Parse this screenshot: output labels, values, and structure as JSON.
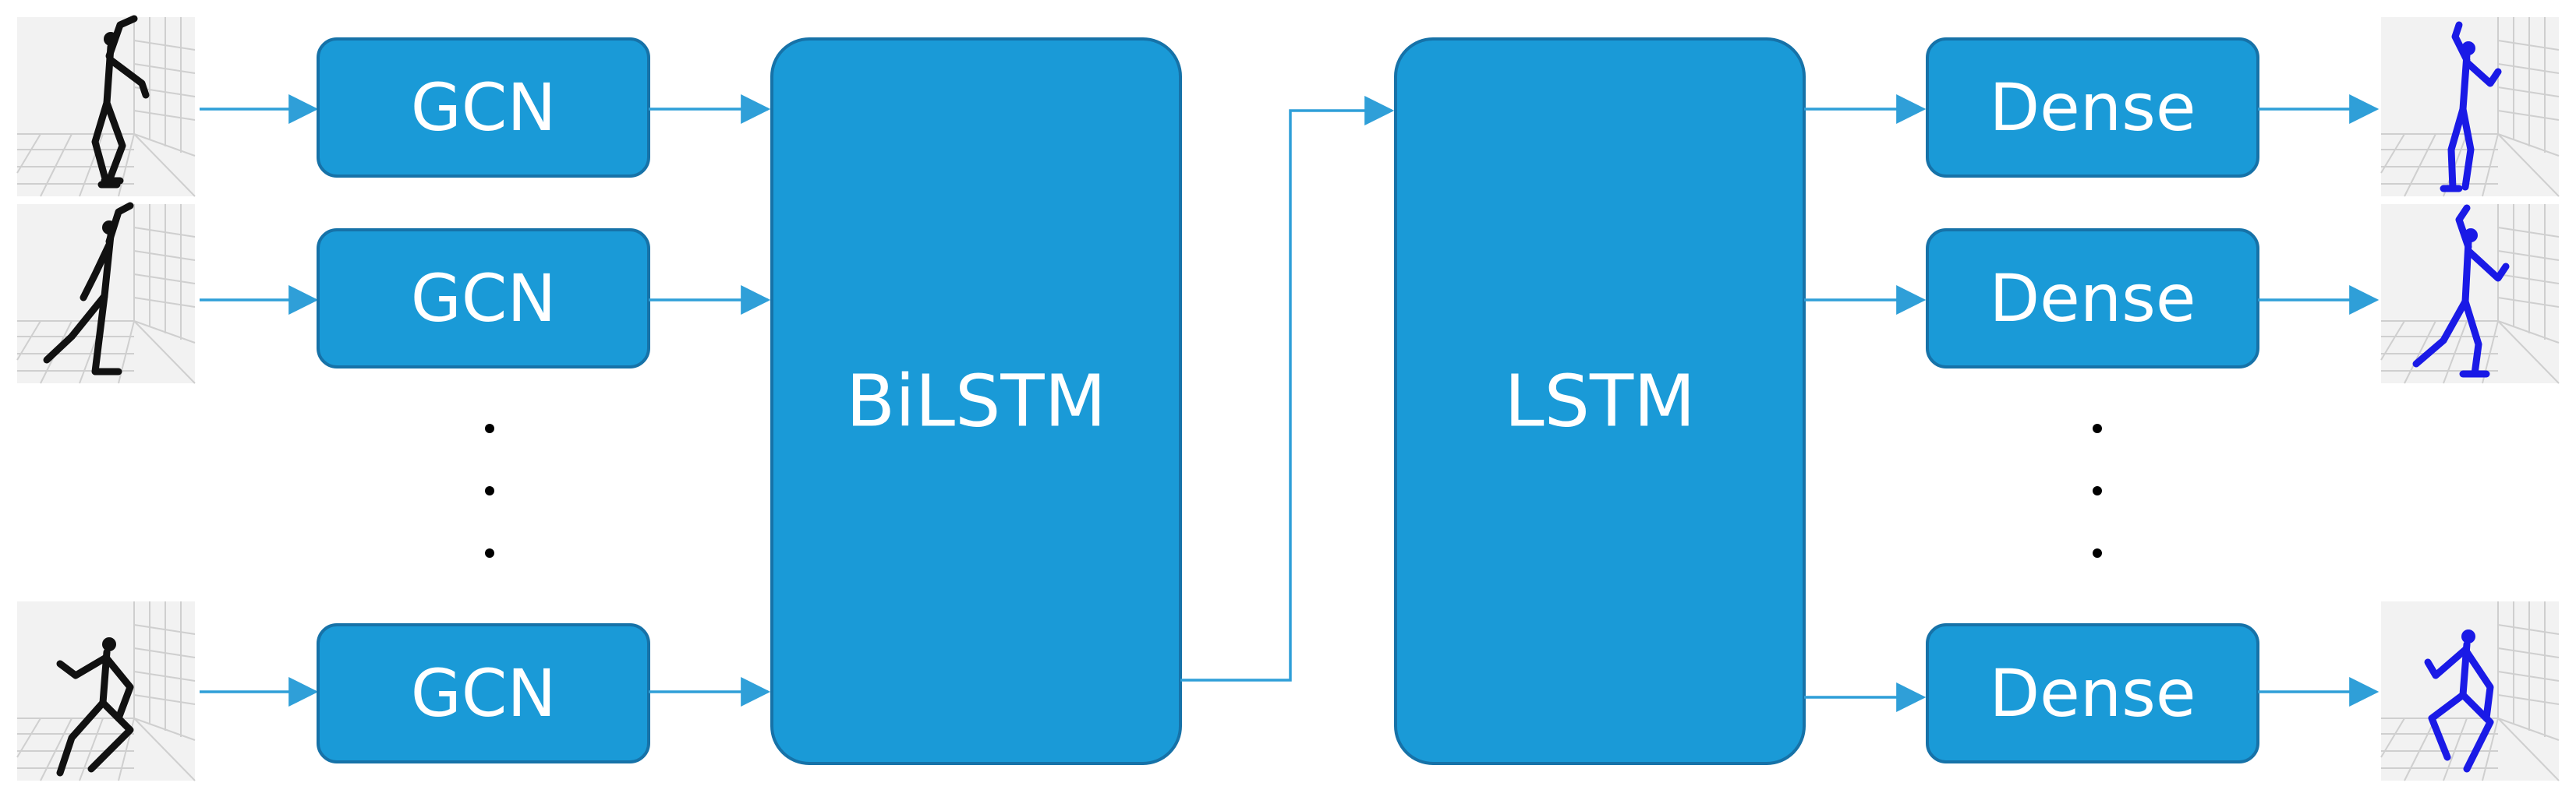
{
  "input_encoders": [
    {
      "label": "GCN"
    },
    {
      "label": "GCN"
    },
    {
      "label": "GCN"
    }
  ],
  "bilstm": {
    "label": "BiLSTM"
  },
  "lstm": {
    "label": "LSTM"
  },
  "output_decoders": [
    {
      "label": "Dense"
    },
    {
      "label": "Dense"
    },
    {
      "label": "Dense"
    }
  ],
  "inputs": [
    {
      "icon": "skeleton-pose-icon",
      "color": "#111111"
    },
    {
      "icon": "skeleton-pose-icon",
      "color": "#111111"
    },
    {
      "icon": "skeleton-pose-icon",
      "color": "#111111"
    }
  ],
  "outputs": [
    {
      "icon": "skeleton-pose-icon",
      "color": "#1a1ae6"
    },
    {
      "icon": "skeleton-pose-icon",
      "color": "#1a1ae6"
    },
    {
      "icon": "skeleton-pose-icon",
      "color": "#1a1ae6"
    }
  ],
  "colors": {
    "box_fill": "#1a9ad7",
    "box_border": "#1672a8",
    "arrow": "#2f9fd8"
  }
}
